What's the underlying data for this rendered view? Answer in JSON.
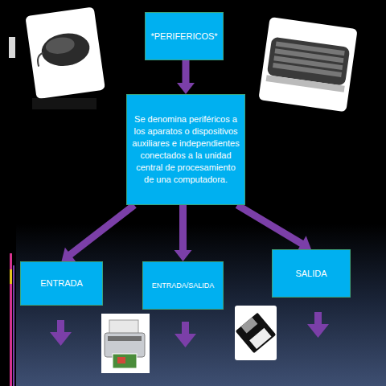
{
  "diagram": {
    "nodes": [
      {
        "text": [
          "*PERIFERICOS*"
        ]
      },
      {
        "text": [
          "Se denomina periféricos a los aparatos o dispositivos auxiliares e independientes conectados a la unidad central de procesamiento de una computadora."
        ]
      },
      {
        "text": [
          "ENTRADA"
        ]
      },
      {
        "text": [
          "ENTRADA/SALIDA"
        ]
      },
      {
        "text": [
          "SALIDA"
        ]
      }
    ],
    "edges": [
      {
        "from": 0,
        "to": 1,
        "arrow": "to"
      },
      {
        "from": 1,
        "to": 2,
        "arrow": "to"
      },
      {
        "from": 1,
        "to": 3,
        "arrow": "to"
      },
      {
        "from": 1,
        "to": 4,
        "arrow": "to"
      }
    ]
  }
}
